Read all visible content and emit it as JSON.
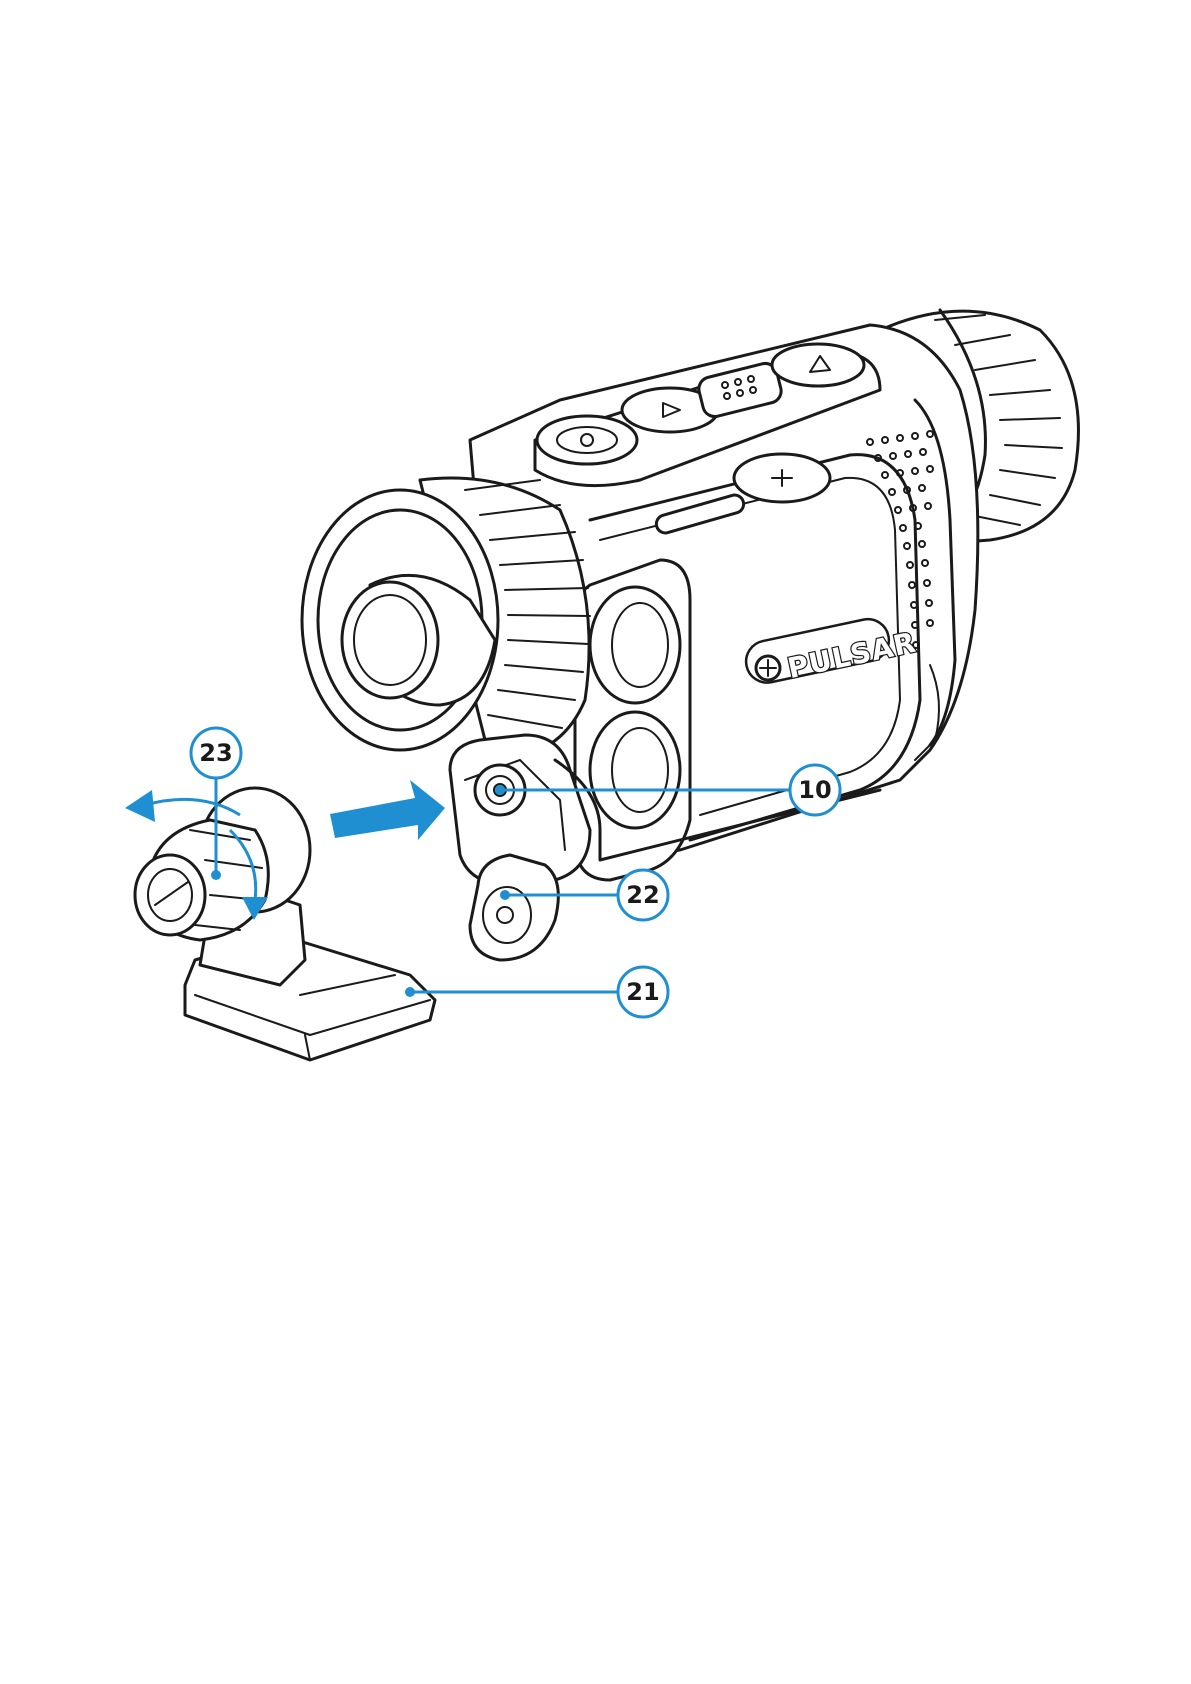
{
  "colors": {
    "accent": "#1f8fd1",
    "outline": "#1a1a1a",
    "background": "#ffffff"
  },
  "device": {
    "brand_logo_text": "PULSAR"
  },
  "callouts": [
    {
      "id": "10",
      "label": "10"
    },
    {
      "id": "21",
      "label": "21"
    },
    {
      "id": "22",
      "label": "22"
    },
    {
      "id": "23",
      "label": "23"
    }
  ],
  "icons": [
    "power-button-icon",
    "arrow-up-button-icon",
    "arrow-right-button-icon",
    "grid-button-icon",
    "zoom-button-icon",
    "pulsar-logo-icon",
    "rotation-arrows-icon",
    "insert-direction-arrow-icon"
  ]
}
